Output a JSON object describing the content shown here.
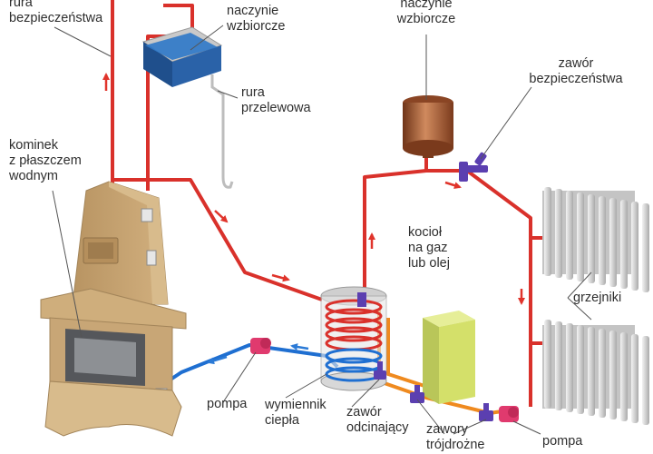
{
  "labels": {
    "rura_bezpieczenstwa": "rura\nbezpieczeństwa",
    "naczynie_wzbiorcze_left": "naczynie\nwzbiorcze",
    "rura_przelewowa": "rura\nprzelewowa",
    "naczynie_wzbiorcze_right": "naczynie\nwzbiorcze",
    "zawor_bezpieczenstwa": "zawór\nbezpieczeństwa",
    "kominek": "kominek\nz płaszczem\nwodnym",
    "kociol": "kocioł\nna gaz\nlub olej",
    "grzejniki": "grzejniki",
    "pompa_left": "pompa",
    "wymiennik": "wymiennik\nciepła",
    "zawor_odcinajacy": "zawór\nodcinający",
    "zawory": "zawory\ntrójdrożne",
    "pompa_right": "pompa"
  },
  "colors": {
    "hot_pipe": "#d9312b",
    "cold_pipe": "#1f6fd1",
    "boiler_pipe": "#ef8a1f",
    "fireplace": "#c8a676",
    "expansion_tank_open": "#1f4f8c",
    "expansion_tank_closed": "#9a5030",
    "gas_boiler": "#d4e06a",
    "pump": "#e03a6e",
    "valve": "#5b3fb0",
    "radiator": "#d8d8d8"
  }
}
